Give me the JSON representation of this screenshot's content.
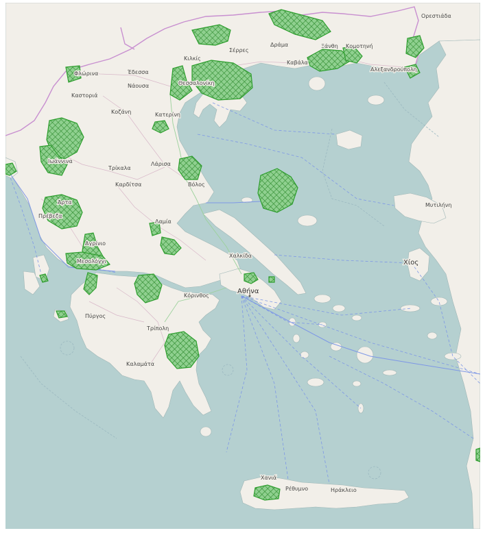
{
  "colors": {
    "sea": "#b5d0d0",
    "land": "#f2efe9",
    "border": "#c88fd0",
    "ferry": "#7d97e6",
    "road": "#8fa8e0",
    "protected_area": "#2e9e2e",
    "protected_fill": "#78c878"
  },
  "places": {
    "orestiada": "Ορεστιάδα",
    "kilkis": "Κιλκίς",
    "serres": "Σέρρες",
    "drama": "Δράμα",
    "xanthi": "Ξάνθη",
    "komotini": "Κομοτηνή",
    "kavala": "Καβάλα",
    "alexandroupoli": "Αλεξανδρούπολη",
    "florina": "Φλώρινα",
    "edessa": "Έδεσσα",
    "naousa": "Νάουσα",
    "thessaloniki": "Θεσσαλονίκη",
    "kastoria": "Καστοριά",
    "kozani": "Κοζάνη",
    "katerini": "Κατερίνη",
    "ioannina": "Ιωάννινα",
    "trikala": "Τρίκαλα",
    "larisa": "Λάρισα",
    "karditsa": "Καρδίτσα",
    "volos": "Βόλος",
    "preveza": "Πρέβεζα",
    "arta": "Άρτα",
    "lamia": "Λαμία",
    "mytilini": "Μυτιλήνη",
    "agrinio": "Αγρίνιο",
    "mesolongi": "Μεσολόγγι",
    "chalkida": "Χαλκίδα",
    "chios": "Χίος",
    "athina": "Αθήνα",
    "korinthos": "Κόρινθος",
    "pyrgos": "Πύργος",
    "tripoli": "Τρίπολη",
    "kalamata": "Καλαμάτα",
    "chania": "Χανιά",
    "rethymno": "Ρέθυμνο",
    "irakleio": "Ηράκλειο"
  }
}
